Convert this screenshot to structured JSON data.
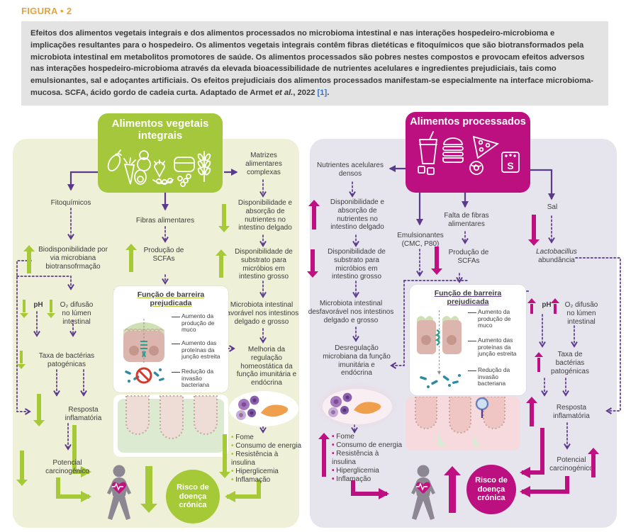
{
  "figure_label": "FIGURA • 2",
  "caption": {
    "body": "Efeitos dos alimentos vegetais integrais e dos alimentos processados no microbioma intestinal e nas interações hospedeiro-microbioma e implicações resultantes para o hospedeiro. Os alimentos vegetais integrais contêm fibras dietéticas e fitoquímicos que são biotransformados pela microbiota intestinal em metabolitos promotores de saúde. Os alimentos processados são pobres nestes compostos e provocam efeitos adversos nas interações hospedeiro-microbioma através da elevada bioacessibilidade de nutrientes acelulares e ingredientes prejudiciais, tais como emulsionantes, sal e adoçantes artificiais. Os efeitos prejudiciais dos alimentos processados manifestam-se especialmente na interface microbioma-mucosa. SCFA, ácido gordo de cadeia curta. Adaptado de Armet ",
    "etal": "et al.",
    "after_etal": ", 2022 ",
    "ref": "[1]",
    "period": "."
  },
  "colors": {
    "green": "#a6c938",
    "magenta": "#bc1080",
    "purple": "#5b3a8e",
    "left_panel_bg": "#eef0d7",
    "right_panel_bg": "#e6e5ee",
    "figure_label_orange": "#e8a23c"
  },
  "left": {
    "header": "Alimentos vegetais integrais",
    "fitoquimicos": "Fitoquímicos",
    "fibras": "Fibras alimentares",
    "matrizes": "Matrizes alimentares complexas",
    "disp_absorcao": "Disponibilidade e absorção de nutrientes no intestino delgado",
    "biodisponibilidade": "Biodisponibilidade por via microbiana biotransofrmação",
    "producao_scfas": "Produção de SCFAs",
    "disp_substrato": "Disponibilidade de substrato para micróbios em intestino grosso",
    "ph": "pH",
    "o2": "O₂ difusão no lúmen intestinal",
    "taxa": "Taxa de bactérias patogénicas",
    "resposta": "Resposta inflamatória",
    "potencial": "Potencial carcinogénico",
    "barrier": {
      "title": "Função de barreira prejudicada",
      "labels": [
        "Aumento da produção de muco",
        "Aumento das proteínas da junção estreita",
        "Redução da invasão bacteriana"
      ]
    },
    "microbiota": "Microbiota intestinal favorável nos intestinos delgado e grosso",
    "melhoria": "Melhoria da regulação homeostática da função imunitária e endócrina",
    "bullets": [
      "Fome",
      "Consumo de energia",
      "Resistência à insulina",
      "Hiperglicemia",
      "Inflamação"
    ],
    "risco": "Risco de doença crónica"
  },
  "right": {
    "header": "Alimentos processados",
    "salt_letter": "S",
    "nutrientes": "Nutrientes acelulares densos",
    "disp_absorcao": "Disponibilidade e absorção de nutrientes no intestino delgado",
    "emulsionantes": "Emulsionantes (CMC, P80)",
    "falta_fibras": "Falta de fibras alimentares",
    "producao_scfas": "Produção de SCFAs",
    "sal": "Sal",
    "lactobacillus_italic": "Lactobacillus",
    "lactobacillus_rest": "abundância",
    "disp_substrato": "Disponibilidade de substrato para micróbios em intestino grosso",
    "microbiota": "Microbiota intestinal desfavorável nos intestinos delgado e grosso",
    "desregulacao": "Desregulação microbiana da função imunitária e endócrina",
    "ph": "pH",
    "o2": "O₂ difusão no lúmen intestinal",
    "taxa": "Taxa de bactérias patogénicas",
    "resposta": "Resposta inflamatória",
    "potencial": "Potencial carcinogénico",
    "barrier": {
      "title": "Função de barreira prejudicada",
      "labels": [
        "Aumento da produção de muco",
        "Aumento das proteínas da junção estreita",
        "Redução da invasão bacteriana"
      ]
    },
    "bullets": [
      "Fome",
      "Consumo de energia",
      "Resistência à insulina",
      "Hiperglicemia",
      "Inflamação"
    ],
    "risco": "Risco de doença crónica"
  }
}
